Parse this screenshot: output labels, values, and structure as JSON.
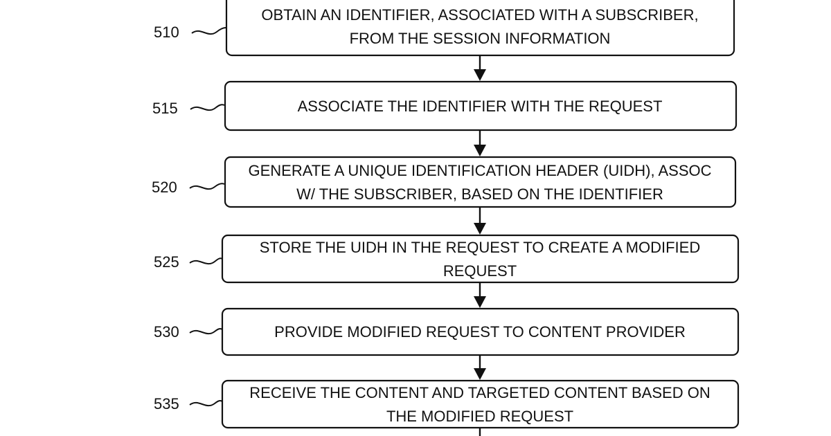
{
  "steps": [
    {
      "ref": "510",
      "lines": [
        "OBTAIN AN IDENTIFIER, ASSOCIATED WITH A SUBSCRIBER,",
        "FROM THE SESSION INFORMATION"
      ]
    },
    {
      "ref": "515",
      "lines": [
        "ASSOCIATE THE IDENTIFIER WITH THE REQUEST"
      ]
    },
    {
      "ref": "520",
      "lines": [
        "GENERATE A UNIQUE IDENTIFICATION HEADER (UIDH), ASSOC",
        "W/ THE SUBSCRIBER, BASED ON THE IDENTIFIER"
      ]
    },
    {
      "ref": "525",
      "lines": [
        "STORE THE UIDH IN THE REQUEST TO CREATE A MODIFIED",
        "REQUEST"
      ]
    },
    {
      "ref": "530",
      "lines": [
        "PROVIDE MODIFIED REQUEST TO CONTENT PROVIDER"
      ]
    },
    {
      "ref": "535",
      "lines": [
        "RECEIVE THE CONTENT AND TARGETED CONTENT BASED ON",
        "THE MODIFIED REQUEST"
      ]
    }
  ]
}
